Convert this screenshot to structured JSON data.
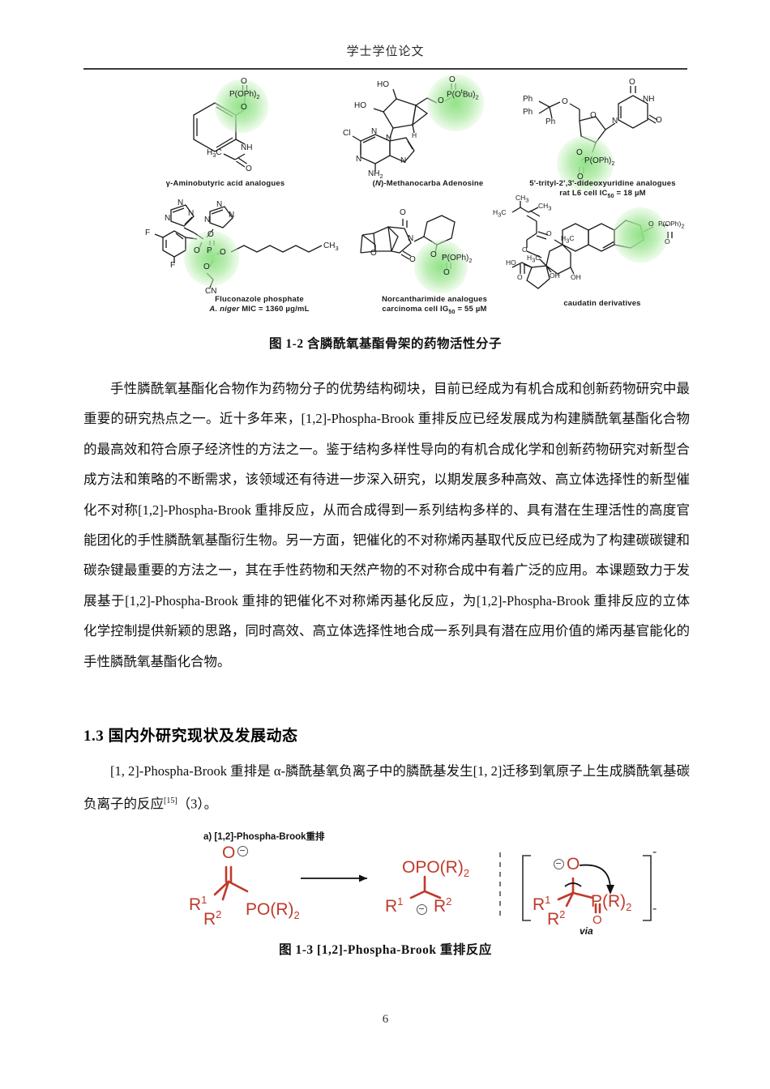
{
  "header": {
    "running_title": "学士学位论文"
  },
  "figure_1_2": {
    "caption": "图 1-2 含膦酰氧基酯骨架的药物活性分子",
    "structures": [
      {
        "id": "gaba",
        "name": "γ-Aminobutyric  acid  analogues",
        "sub": "",
        "labels": [
          "O",
          "P(OPh)2",
          "O",
          "NH",
          "H3C",
          "O"
        ]
      },
      {
        "id": "methanocarba-adenosine",
        "name": "(N)-Methanocarba  Adenosine",
        "sub": "",
        "labels": [
          "HO",
          "HO",
          "O",
          "P(OtBu)2",
          "O",
          "H",
          "Cl",
          "N",
          "N",
          "N",
          "N",
          "NH2"
        ]
      },
      {
        "id": "trityl-dideoxyuridine",
        "name": "5'-trityl-2',3'-dideoxyuridine    analogues",
        "sub": "rat L6 cell  IC50 = 18 µM",
        "labels": [
          "Ph",
          "Ph",
          "Ph",
          "O",
          "O",
          "NH",
          "O",
          "O",
          "O",
          "P(OPh)2",
          "O"
        ]
      },
      {
        "id": "fluconazole-phosphate",
        "name": "Fluconazole  phosphate",
        "sub": "A. niger MIC = 1360 µg/mL",
        "labels": [
          "N",
          "N",
          "N",
          "N",
          "N",
          "N",
          "F",
          "F",
          "O",
          "P",
          "O",
          "O",
          "O",
          "CH3",
          "CN"
        ]
      },
      {
        "id": "norcantharimide",
        "name": "Norcantharimide  analogues",
        "sub": "carcinoma  cell  IG50 =  55 µM",
        "labels": [
          "O",
          "N",
          "O",
          "O",
          "O",
          "P(OPh)2",
          "O"
        ]
      },
      {
        "id": "caudatin",
        "name": "caudatin  derivatives",
        "sub": "",
        "labels": [
          "CH3",
          "CH3",
          "H3C",
          "O",
          "O",
          "O",
          "H3C",
          "H3C",
          "HO",
          "OH",
          "OH",
          "O",
          "O",
          "P(OPh)2",
          "O"
        ]
      }
    ]
  },
  "paragraph_1": "手性膦酰氧基酯化合物作为药物分子的优势结构砌块，目前已经成为有机合成和创新药物研究中最重要的研究热点之一。近十多年来，[1,2]-Phospha-Brook 重排反应已经发展成为构建膦酰氧基酯化合物的最高效和符合原子经济性的方法之一。鉴于结构多样性导向的有机合成化学和创新药物研究对新型合成方法和策略的不断需求，该领域还有待进一步深入研究，以期发展多种高效、高立体选择性的新型催化不对称[1,2]-Phospha-Brook 重排反应，从而合成得到一系列结构多样的、具有潜在生理活性的高度官能团化的手性膦酰氧基酯衍生物。另一方面，钯催化的不对称烯丙基取代反应已经成为了构建碳碳键和碳杂键最重要的方法之一，其在手性药物和天然产物的不对称合成中有着广泛的应用。本课题致力于发展基于[1,2]-Phospha-Brook 重排的钯催化不对称烯丙基化反应，为[1,2]-Phospha-Brook 重排反应的立体化学控制提供新颖的思路，同时高效、高立体选择性地合成一系列具有潜在应用价值的烯丙基官能化的手性膦酰氧基酯化合物。",
  "section_heading": "1.3 国内外研究现状及发展动态",
  "paragraph_2_before": "[1, 2]-Phospha-Brook 重排是 α-膦酰基氧负离子中的膦酰基发生[1, 2]迁移到氧原子上生成膦酰氧基碳负离子的反应",
  "paragraph_2_ref": "[15]",
  "paragraph_2_after": "（3）。",
  "figure_1_3": {
    "scheme_title": "a) [1,2]-Phospha-Brook重排",
    "reactant": {
      "o_charge": "O",
      "r1": "R1",
      "r2": "R2",
      "phosphoryl": "PO(R)2"
    },
    "product": {
      "opo": "OPO(R)2",
      "r1": "R1",
      "r2": "R2"
    },
    "intermediate": {
      "o_charge": "O",
      "r1": "R1",
      "r2": "R2",
      "p": "P(R)2",
      "p_o": "O",
      "via": "via"
    },
    "caption": "图 1-3 [1,2]-Phospha-Brook 重排反应"
  },
  "page_number": "6",
  "colors": {
    "scheme_red": "#c0392b",
    "glow_green": "#8ce182",
    "rule": "#3a3a3a"
  }
}
